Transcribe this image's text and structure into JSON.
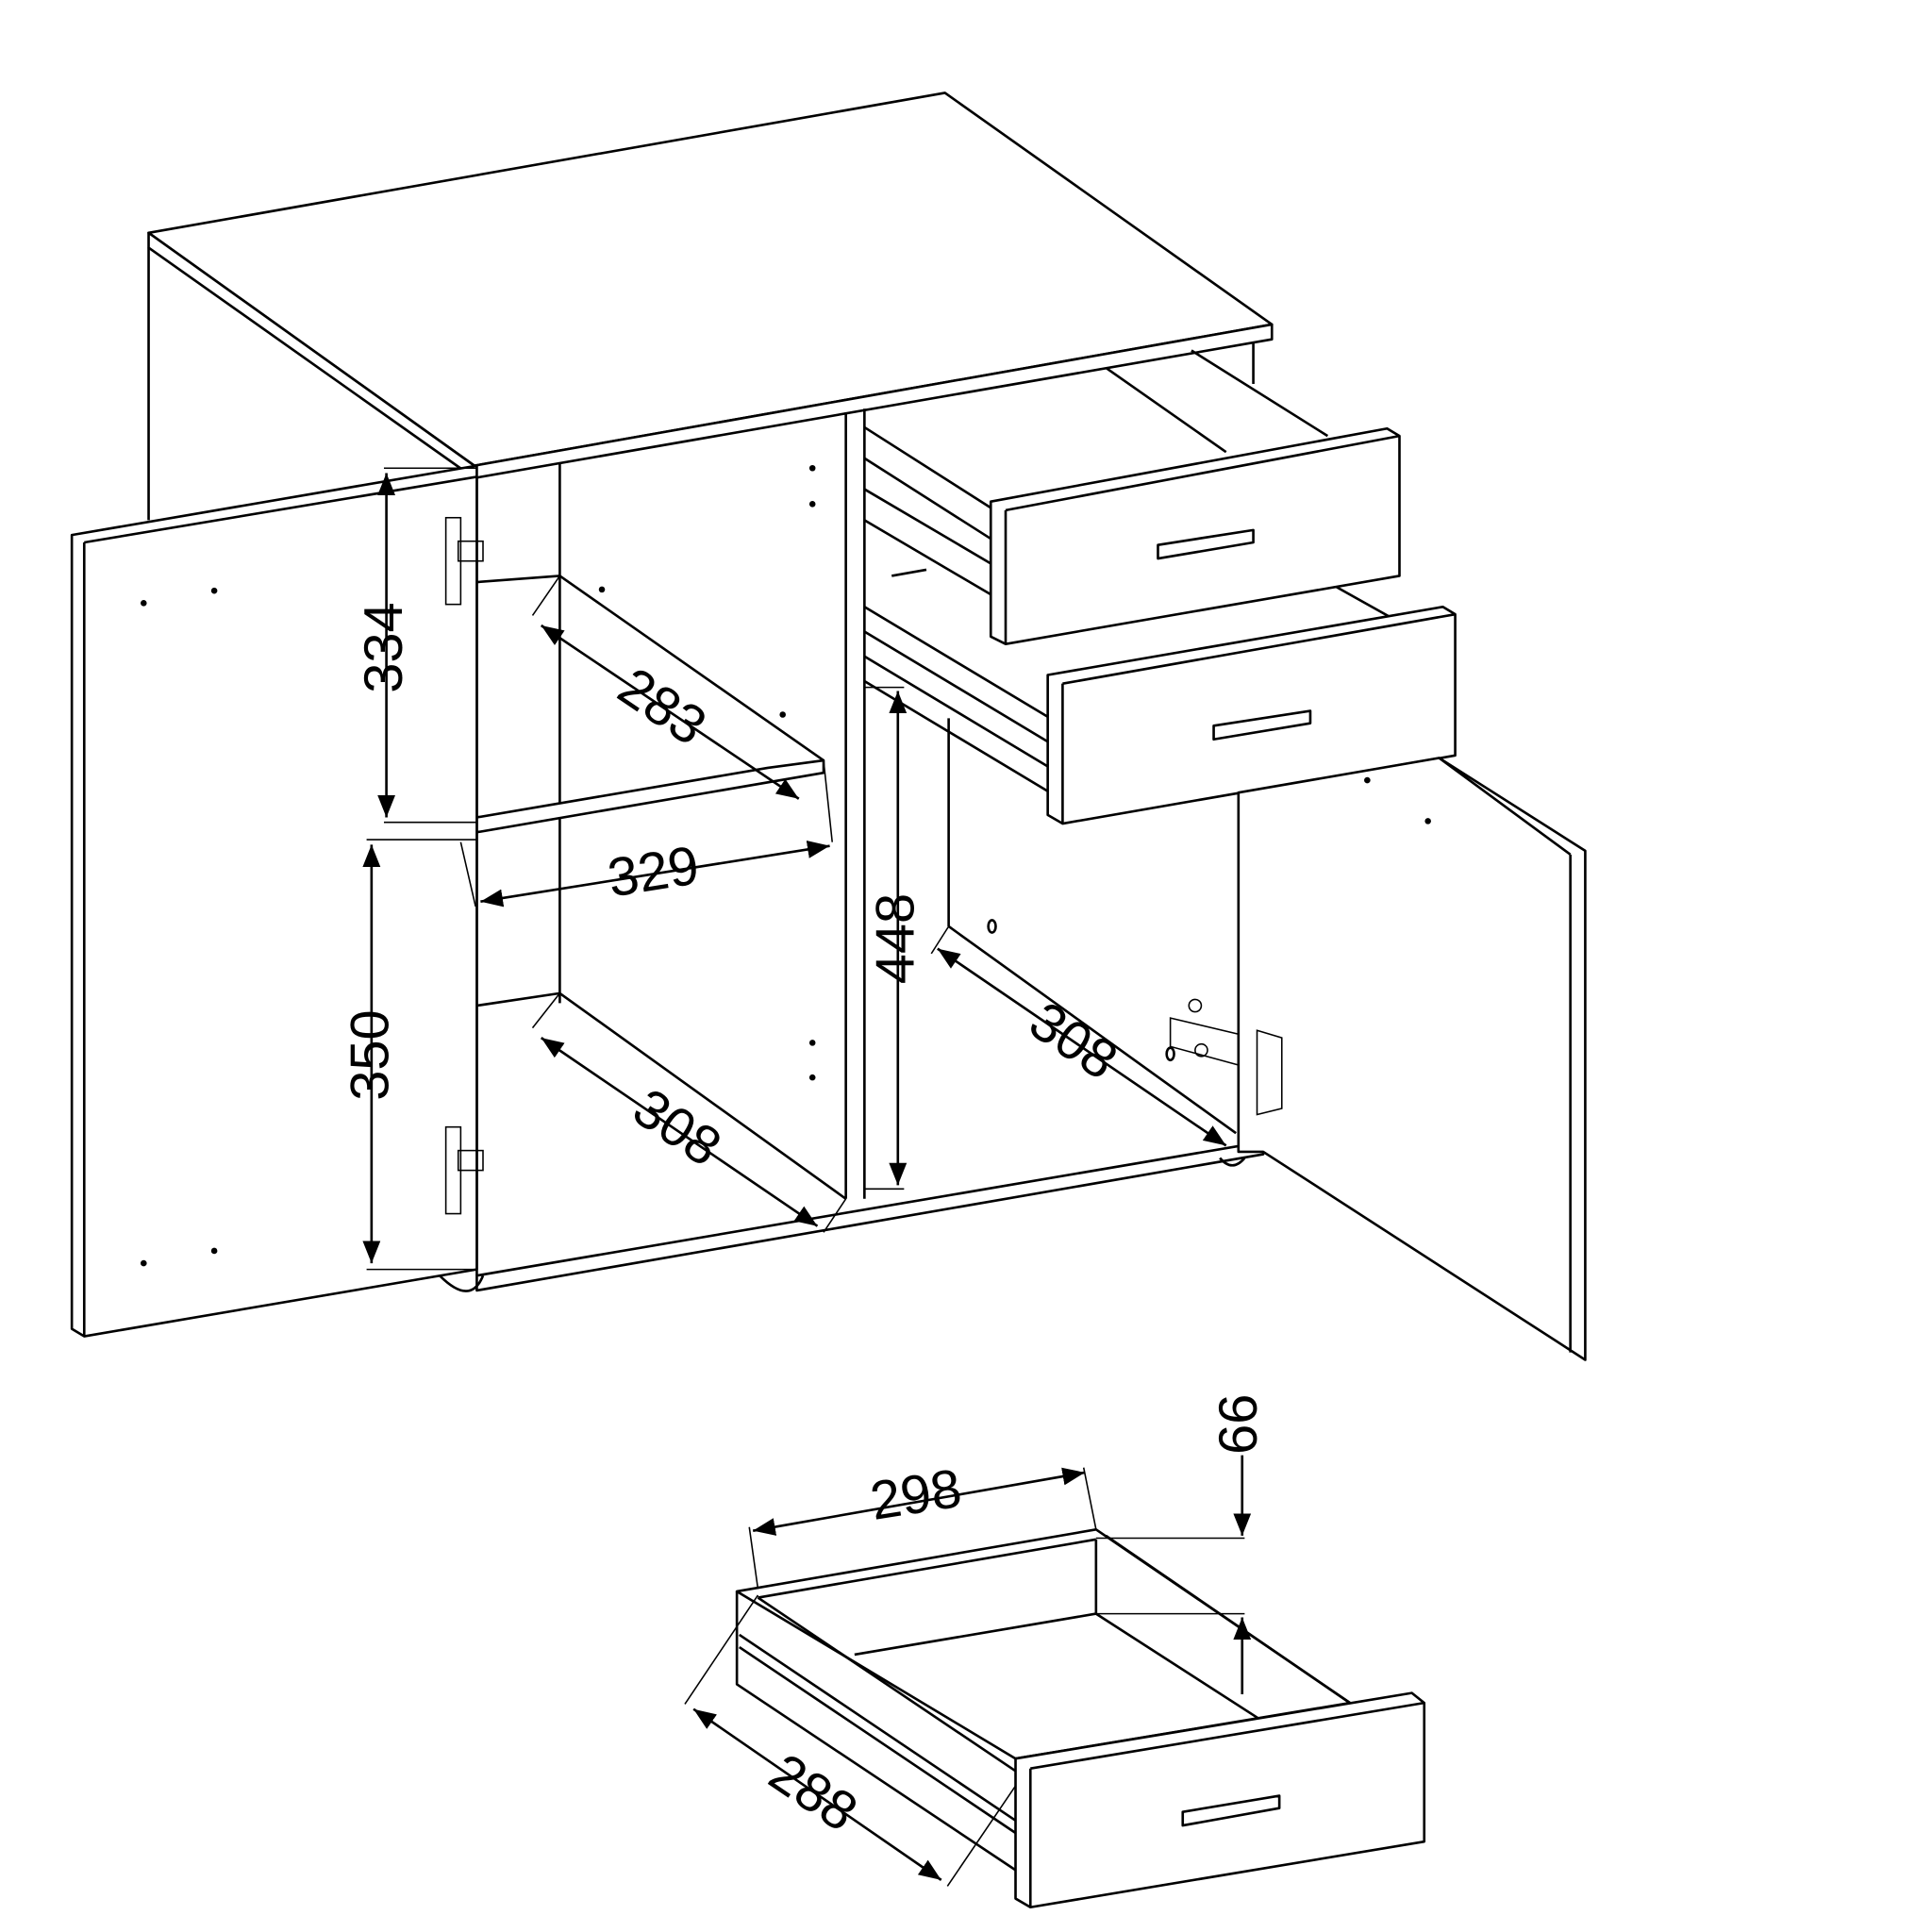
{
  "title": "Cabinet with two doors and two drawers - dimension drawing",
  "units": "mm",
  "dimensions": {
    "upper_compartment_height": "334",
    "upper_shelf_depth": "283",
    "shelf_width": "329",
    "lower_compartment_height": "350",
    "lower_compartment_depth": "308",
    "right_compartment_height": "448",
    "right_compartment_depth": "308",
    "drawer_width": "298",
    "drawer_height": "66",
    "drawer_depth": "288"
  },
  "colors": {
    "line": "#000000",
    "background": "#ffffff"
  }
}
